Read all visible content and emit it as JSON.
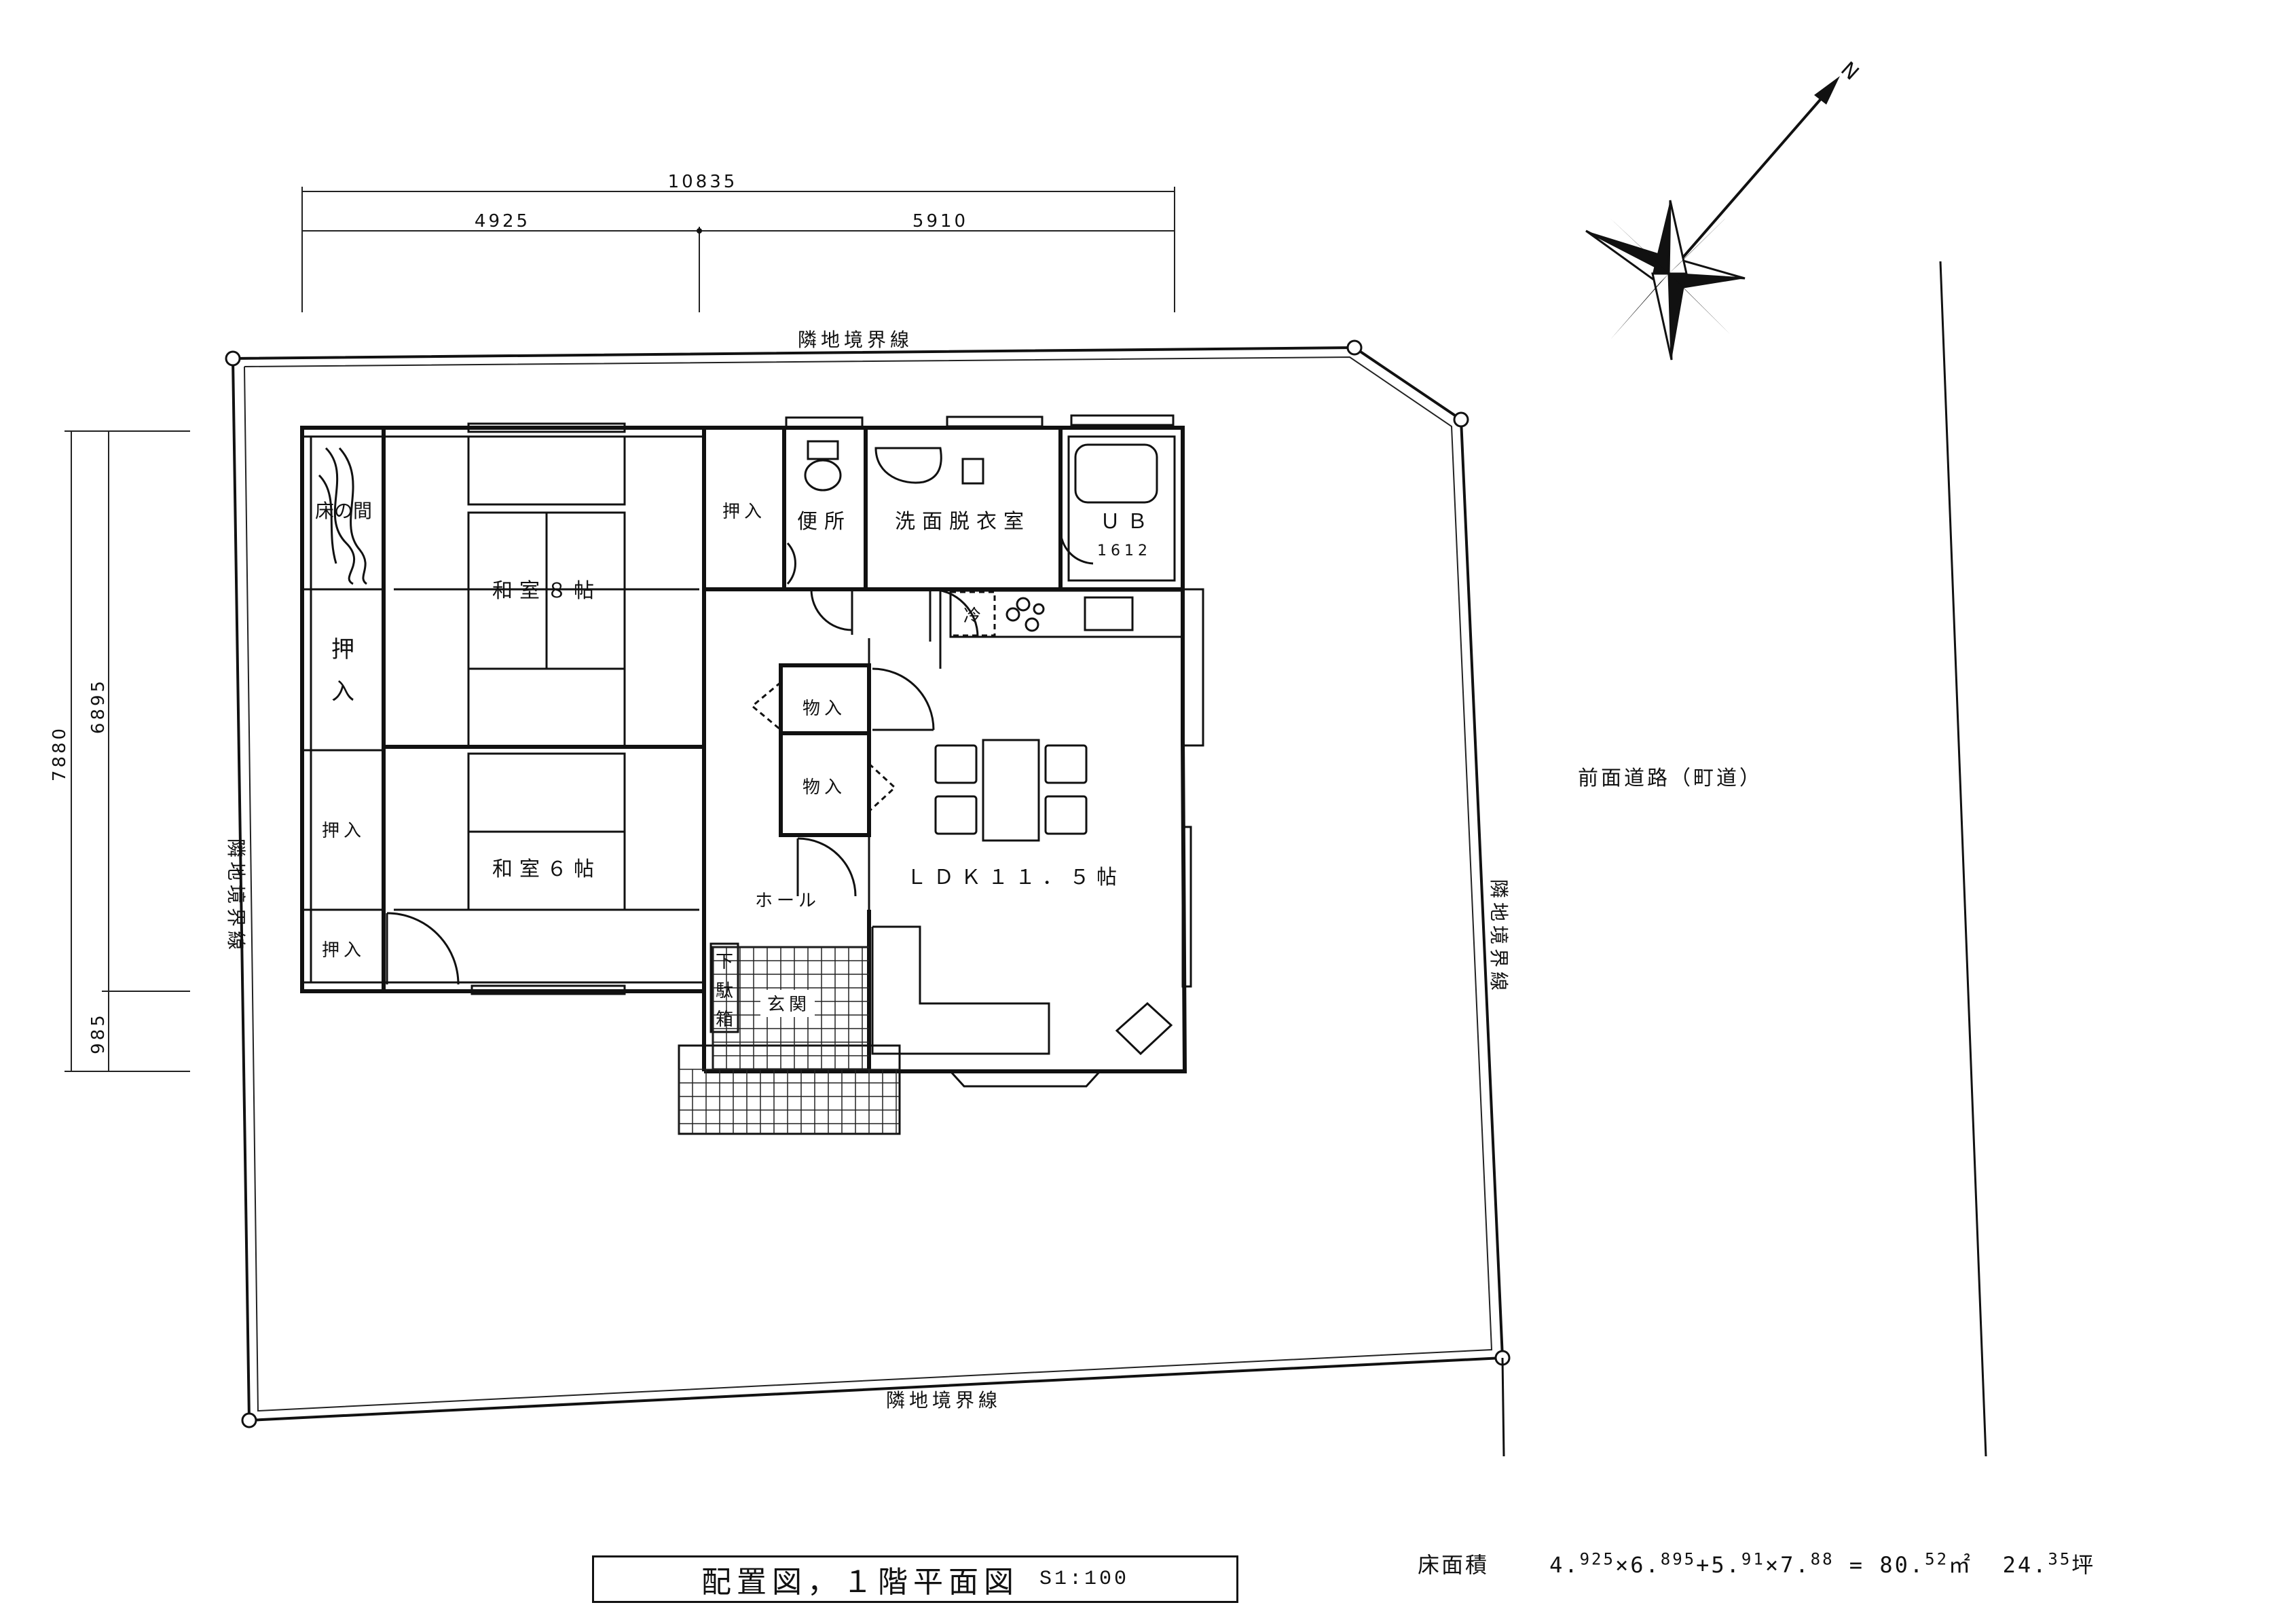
{
  "plan": {
    "dimensions": {
      "overall_width": "10835",
      "left_width": "4925",
      "right_width": "5910",
      "overall_depth": "7880",
      "left_depth": "6895",
      "offset_depth": "985"
    },
    "north_label": "N",
    "boundary_labels": {
      "top": "隣地境界線",
      "bottom": "隣地境界線",
      "left": "隣地境界線",
      "right": "隣地境界線"
    },
    "road_label": "前面道路（町道）",
    "rooms": {
      "tokonoma": "床の間",
      "oshiire_top": "押入",
      "oshiire_left_a": "押",
      "oshiire_left_b": "入",
      "oshiire_mid": "押入",
      "oshiire_low": "押入",
      "washitsu8": "和室８帖",
      "washitsu6": "和室６帖",
      "toilet": "便所",
      "senmen": "洗面脱衣室",
      "ub": "ＵＢ",
      "ub_size": "1612",
      "fridge": "冷",
      "storage1": "物入",
      "storage2": "物入",
      "ldk": "ＬＤＫ１１．５帖",
      "hall": "ホール",
      "getabako_1": "下",
      "getabako_2": "駄",
      "getabako_3": "箱",
      "genkan": "玄関"
    }
  },
  "title": {
    "main": "配置図，１階平面図",
    "scale": "S1:100"
  },
  "floor_area": {
    "label": "床面積",
    "a_int": "4.",
    "a_dec": "925",
    "b_int": "6.",
    "b_dec": "895",
    "c_int": "5.",
    "c_dec": "91",
    "d_int": "7.",
    "d_dec": "88",
    "total_int": "80.",
    "total_dec": "52",
    "unit_m2": "㎡",
    "tsubo_int": "24.",
    "tsubo_dec": "35",
    "unit_tsubo": "坪"
  }
}
